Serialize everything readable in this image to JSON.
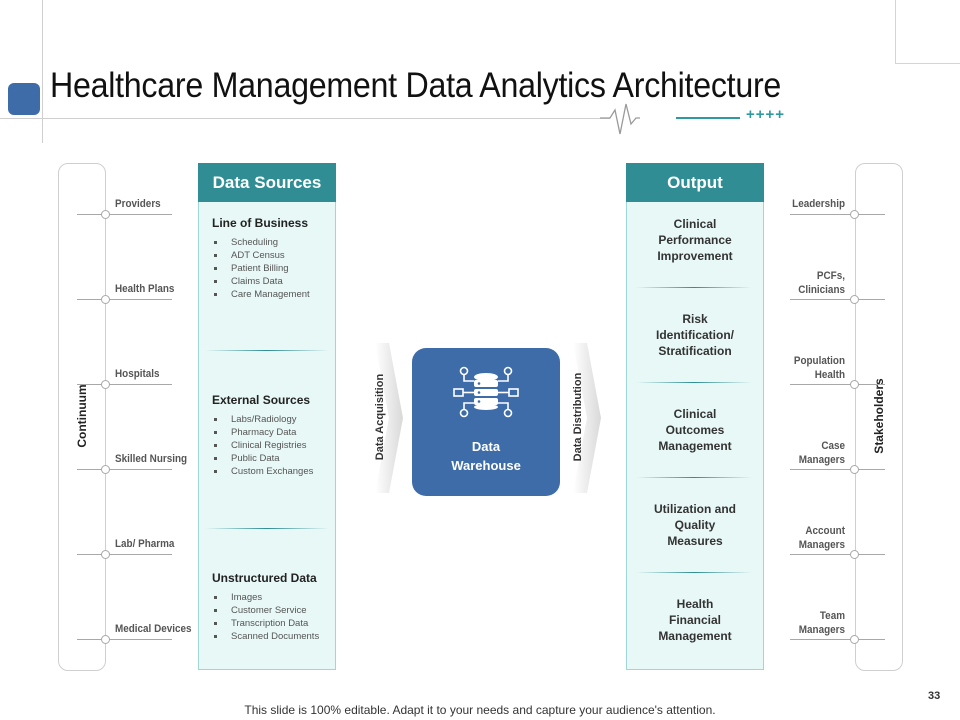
{
  "title": "Healthcare Management Data Analytics Architecture",
  "header_deco": "++++",
  "continuum": {
    "label": "Continuum",
    "items": [
      "Providers",
      "Health Plans",
      "Hospitals",
      "Skilled Nursing",
      "Lab/ Pharma",
      "Medical Devices"
    ]
  },
  "stakeholders": {
    "label": "Stakeholders",
    "items": [
      {
        "line1": "Leadership",
        "line2": ""
      },
      {
        "line1": "PCFs,",
        "line2": "Clinicians"
      },
      {
        "line1": "Population",
        "line2": "Health"
      },
      {
        "line1": "Case",
        "line2": "Managers"
      },
      {
        "line1": "Account",
        "line2": "Managers"
      },
      {
        "line1": "Team",
        "line2": "Managers"
      }
    ]
  },
  "data_sources": {
    "header": "Data Sources",
    "sections": [
      {
        "title": "Line of  Business",
        "items": [
          "Scheduling",
          "ADT Census",
          "Patient Billing",
          "Claims Data",
          "Care Management"
        ]
      },
      {
        "title": "External Sources",
        "items": [
          "Labs/Radiology",
          "Pharmacy Data",
          "Clinical Registries",
          "Public Data",
          "Custom Exchanges"
        ]
      },
      {
        "title": "Unstructured Data",
        "items": [
          "Images",
          "Customer Service",
          "Transcription Data",
          "Scanned Documents"
        ]
      }
    ]
  },
  "center": {
    "acquisition": "Data Acquisition",
    "distribution": "Data  Distribution",
    "warehouse_line1": "Data",
    "warehouse_line2": "Warehouse"
  },
  "output": {
    "header": "Output",
    "items": [
      [
        "Clinical",
        "Performance",
        "Improvement"
      ],
      [
        "Risk",
        "Identification/",
        "Stratification"
      ],
      [
        "Clinical",
        "Outcomes",
        "Management"
      ],
      [
        "Utilization and",
        "Quality",
        "Measures"
      ],
      [
        "Health",
        "Financial",
        "Management"
      ]
    ]
  },
  "footer": "This slide is 100% editable. Adapt it to your needs and capture your audience's attention.",
  "page_number": "33",
  "colors": {
    "teal": "#2f8d93",
    "teal_light": "#e8f8f7",
    "blue": "#3d6ca8",
    "accent_teal": "#2e9aa0"
  }
}
